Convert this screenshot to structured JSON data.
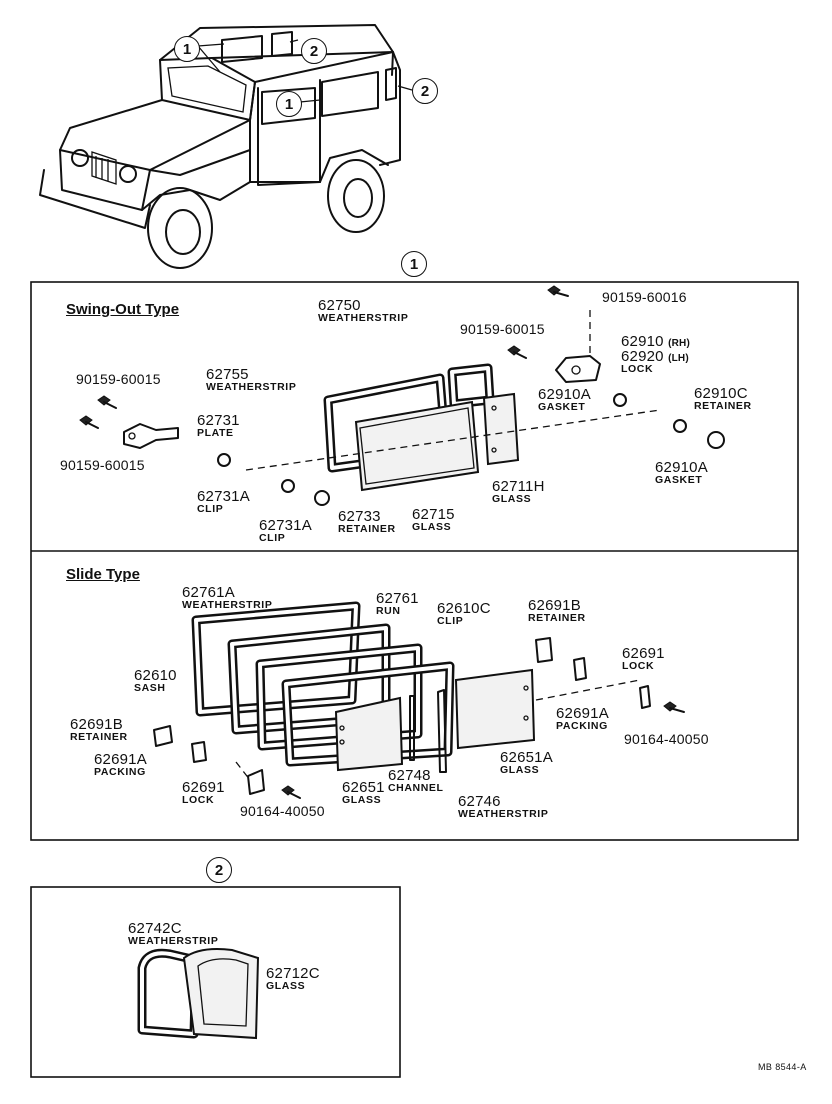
{
  "callouts": {
    "one": "1",
    "two": "2"
  },
  "sections": {
    "swing_out": {
      "title": "Swing-Out Type"
    },
    "slide": {
      "title": "Slide Type"
    }
  },
  "swing_parts": {
    "weatherstrip_62750": {
      "num": "62750",
      "name": "WEATHERSTRIP"
    },
    "weatherstrip_62755": {
      "num": "62755",
      "name": "WEATHERSTRIP"
    },
    "bolt_a": {
      "num": "90159-60016"
    },
    "bolt_b": {
      "num": "90159-60015"
    },
    "bolt_c": {
      "num": "90159-60015"
    },
    "bolt_d": {
      "num": "90159-60015"
    },
    "lock_rh": {
      "num": "62910",
      "side": "(RH)"
    },
    "lock_lh": {
      "num": "62920",
      "side": "(LH)",
      "name": "LOCK"
    },
    "gasket_62910a_top": {
      "num": "62910A",
      "name": "GASKET"
    },
    "retainer_62910c": {
      "num": "62910C",
      "name": "RETAINER"
    },
    "gasket_62910a_bot": {
      "num": "62910A",
      "name": "GASKET"
    },
    "plate_62731": {
      "num": "62731",
      "name": "PLATE"
    },
    "clip_62731a_1": {
      "num": "62731A",
      "name": "CLIP"
    },
    "clip_62731a_2": {
      "num": "62731A",
      "name": "CLIP"
    },
    "retainer_62733": {
      "num": "62733",
      "name": "RETAINER"
    },
    "glass_62715": {
      "num": "62715",
      "name": "GLASS"
    },
    "glass_62711h": {
      "num": "62711H",
      "name": "GLASS"
    }
  },
  "slide_parts": {
    "weatherstrip_62761a": {
      "num": "62761A",
      "name": "WEATHERSTRIP"
    },
    "run_62761": {
      "num": "62761",
      "name": "RUN"
    },
    "clip_62610c": {
      "num": "62610C",
      "name": "CLIP"
    },
    "retainer_62691b_r": {
      "num": "62691B",
      "name": "RETAINER"
    },
    "sash_62610": {
      "num": "62610",
      "name": "SASH"
    },
    "lock_62691_r": {
      "num": "62691",
      "name": "LOCK"
    },
    "retainer_62691b_l": {
      "num": "62691B",
      "name": "RETAINER"
    },
    "packing_62691a_r": {
      "num": "62691A",
      "name": "PACKING"
    },
    "packing_62691a_l": {
      "num": "62691A",
      "name": "PACKING"
    },
    "bolt_90164_r": {
      "num": "90164-40050"
    },
    "glass_62651a": {
      "num": "62651A",
      "name": "GLASS"
    },
    "lock_62691_l": {
      "num": "62691",
      "name": "LOCK"
    },
    "glass_62651": {
      "num": "62651",
      "name": "GLASS"
    },
    "channel_62748": {
      "num": "62748",
      "name": "CHANNEL"
    },
    "bolt_90164_l": {
      "num": "90164-40050"
    },
    "weatherstrip_62746": {
      "num": "62746",
      "name": "WEATHERSTRIP"
    }
  },
  "rear_parts": {
    "weatherstrip_62742c": {
      "num": "62742C",
      "name": "WEATHERSTRIP"
    },
    "glass_62712c": {
      "num": "62712C",
      "name": "GLASS"
    }
  },
  "footer": {
    "code": "MB  8544-A"
  }
}
